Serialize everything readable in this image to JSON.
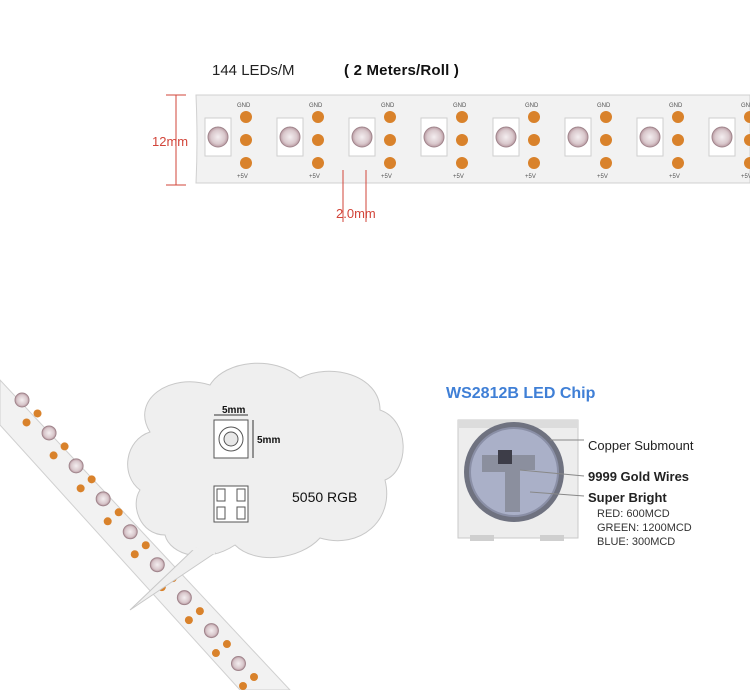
{
  "top": {
    "density": "144 LEDs/M",
    "roll": "( 2 Meters/Roll )",
    "width_dim": "12mm",
    "pad_dim": "2.0mm",
    "pad_labels": {
      "gnd": "GND",
      "vcc": "+5V"
    }
  },
  "cloud": {
    "dim_w": "5mm",
    "dim_h": "5mm",
    "package": "5050 RGB"
  },
  "chip": {
    "title": "WS2812B LED Chip",
    "callouts": [
      "Copper Submount",
      "9999 Gold Wires",
      "Super Bright"
    ],
    "specs": [
      "RED: 600MCD",
      "GREEN: 1200MCD",
      "BLUE: 300MCD"
    ]
  },
  "colors": {
    "accent": "#3f7fd6",
    "dimension": "#d2453a",
    "pad": "#d9822b"
  }
}
